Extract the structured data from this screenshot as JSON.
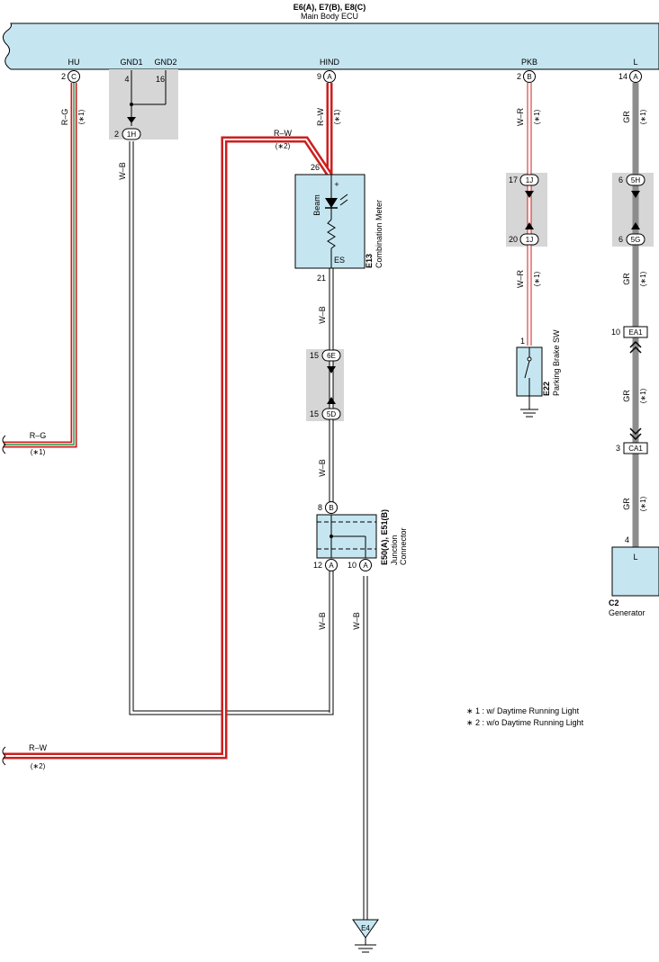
{
  "ecu": {
    "title": "E6(A), E7(B), E8(C)",
    "subtitle": "Main Body ECU"
  },
  "pins": {
    "hu": "HU",
    "gnd1": "GND1",
    "gnd2": "GND2",
    "hind": "HIND",
    "pkb": "PKB",
    "l": "L"
  },
  "pin_numbers": {
    "hu": "2",
    "gnd1": "4",
    "gnd2": "16",
    "hind": "9",
    "pkb": "2",
    "l": "14"
  },
  "pin_letters": {
    "hu": "C",
    "hind": "A",
    "pkb": "B",
    "l": "A"
  },
  "wires": {
    "rg": "R–G",
    "rw": "R–W",
    "wb": "W–B",
    "wr": "W–R",
    "gr": "GR"
  },
  "notes_marks": {
    "n1": "(∗1)",
    "n2": "(∗2)"
  },
  "connectors": {
    "c1h": "1H",
    "c1h_pin": "2",
    "c1j_a": "1J",
    "c1j_a_pin": "17",
    "c1j_b": "1J",
    "c1j_b_pin": "20",
    "c5h": "5H",
    "c5h_pin": "6",
    "c5g": "5G",
    "c5g_pin": "6",
    "c6e": "6E",
    "c6e_pin": "15",
    "c5d": "5D",
    "c5d_pin": "15",
    "ea1": "EA1",
    "ea1_pin": "10",
    "ca1": "CA1",
    "ca1_pin": "3"
  },
  "meter": {
    "id": "E13",
    "name": "Combination Meter",
    "beam": "Beam",
    "plus": "+",
    "es": "ES",
    "pin_top": "26",
    "pin_bottom": "21"
  },
  "junction": {
    "id": "E50(A), E51(B)",
    "name1": "Junction",
    "name2": "Connector",
    "pin_b": "8",
    "letter_b": "B",
    "pin_a12": "12",
    "letter_a12": "A",
    "pin_a10": "10",
    "letter_a10": "A"
  },
  "parking": {
    "id": "E22",
    "name": "Parking Brake SW",
    "pin": "1"
  },
  "generator": {
    "id": "C2",
    "name": "Generator",
    "pin": "4",
    "terminal": "L"
  },
  "ground": {
    "id": "E4"
  },
  "notes": [
    "∗ 1 : w/ Daytime Running Light",
    "∗ 2 : w/o Daytime Running Light"
  ]
}
